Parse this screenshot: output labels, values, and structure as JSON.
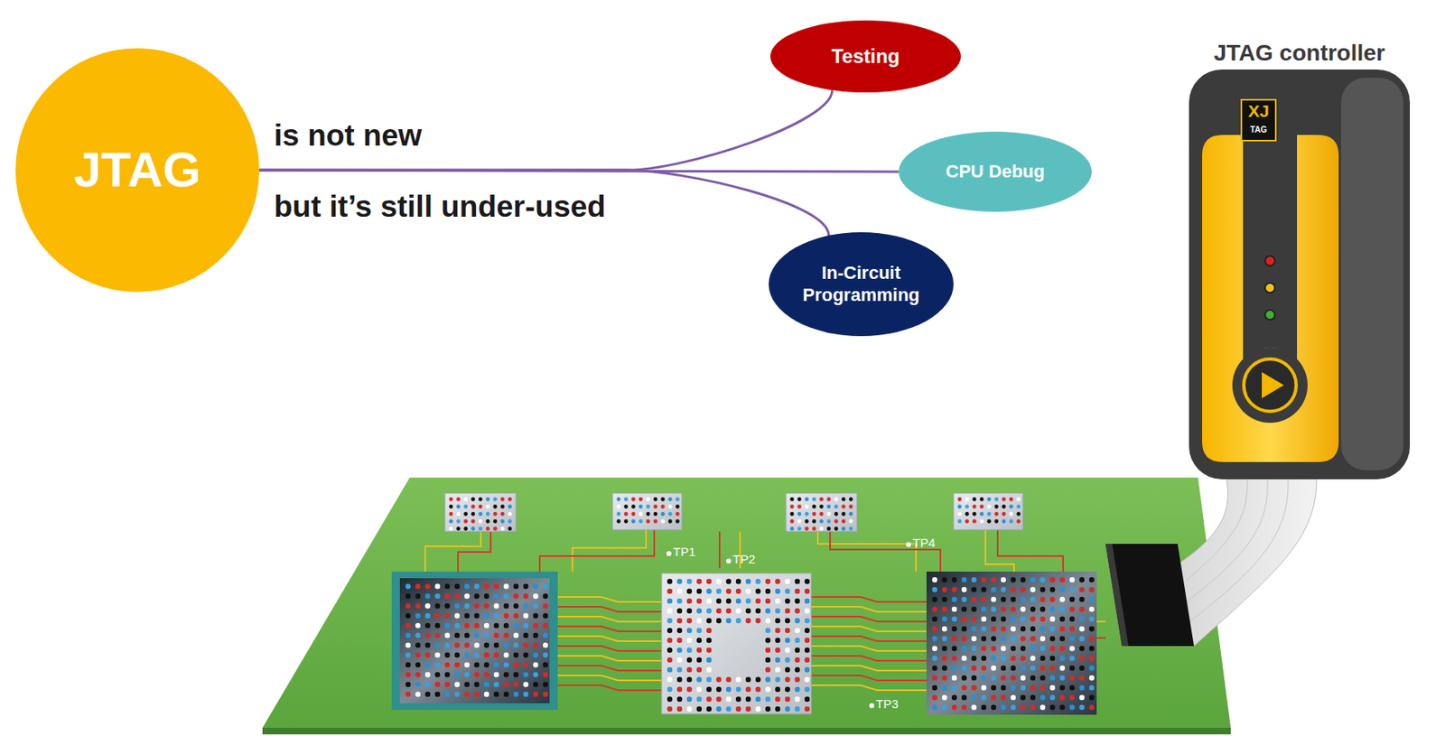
{
  "diagram": {
    "nodes": [
      {
        "text": [
          "JTAG"
        ]
      },
      {
        "text": [
          "Testing"
        ]
      },
      {
        "text": [
          "CPU Debug"
        ]
      },
      {
        "text": [
          "In-Circuit Programming"
        ]
      }
    ],
    "edges": [
      {
        "from": 0,
        "to": 1,
        "arrow": "none"
      },
      {
        "from": 0,
        "to": 2,
        "arrow": "none"
      },
      {
        "from": 0,
        "to": 3,
        "arrow": "none"
      }
    ],
    "labels": [
      "is not new",
      "but it’s still under-used",
      "JTAG controller",
      "XJ",
      "TAG",
      "TP1",
      "TP2",
      "TP3",
      "TP4"
    ]
  }
}
